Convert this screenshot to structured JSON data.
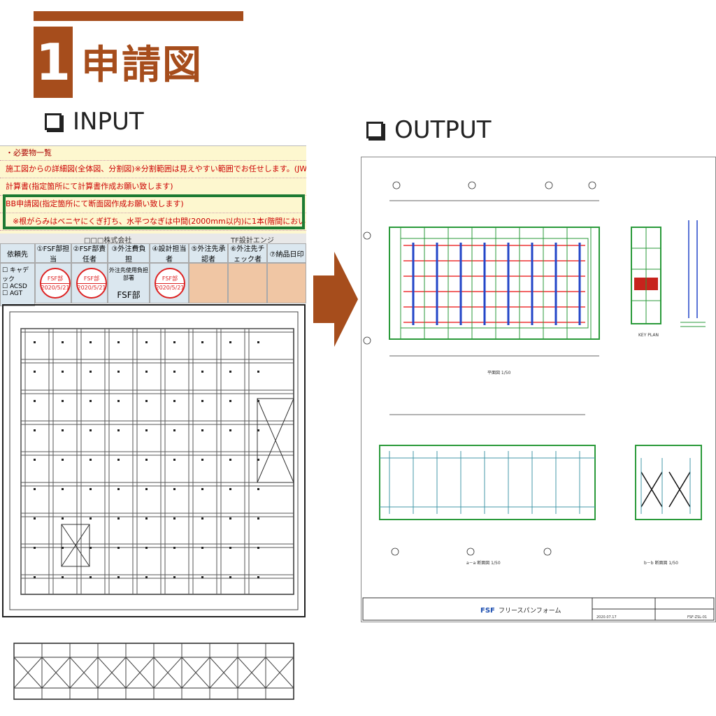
{
  "header": {
    "number": "1",
    "title": "申請図"
  },
  "sections": {
    "input_label": "INPUT",
    "output_label": "OUTPUT"
  },
  "requirements": {
    "heading": "・必要物一覧",
    "line1": "施工図からの詳細図(全体図、分割図)※分割範囲は見えやすい範囲でお任せします。(JWとオート両方ほしい)",
    "line2": "計算書(指定箇所にて計算書作成お願い致します)",
    "line3": "BB申請図(指定箇所にて断面図作成お願い致します)",
    "line4": "※根がらみはベニヤにくぎ打ち、水平つなぎは中間(2000mm以内)に1本(階間において水平つなぎの高さは統一してください)"
  },
  "approval": {
    "group_a": "□□□株式会社",
    "group_b": "TF設計エンジ",
    "cols": [
      "依頼先",
      "①FSF部担当",
      "②FSF部責任者",
      "③外注費負担",
      "④設計担当者",
      "⑤外注先承認者",
      "⑥外注先チェック者",
      "⑦納品日印"
    ],
    "options": [
      "キャデック",
      "ACSD",
      "AGT"
    ],
    "stamp_top": "FSF部",
    "stamp_date": "2020/5/21",
    "burden_label": "外注先使用負担部署",
    "burden_value": "FSF部"
  },
  "output_drawing": {
    "plan_caption": "平面図 1/50",
    "section_a_caption": "a－a 断面図 1/50",
    "section_b_caption": "b－b 断面図 1/50",
    "key_plan": "KEY PLAN",
    "brand": "FSF",
    "brand_name": "フリースパンフォーム",
    "date": "2020.07.17",
    "drawing_no": "FSF-ZSL-01"
  },
  "colors": {
    "accent": "#a64d1c",
    "green": "#1c7a32",
    "stamp_red": "#d22"
  }
}
